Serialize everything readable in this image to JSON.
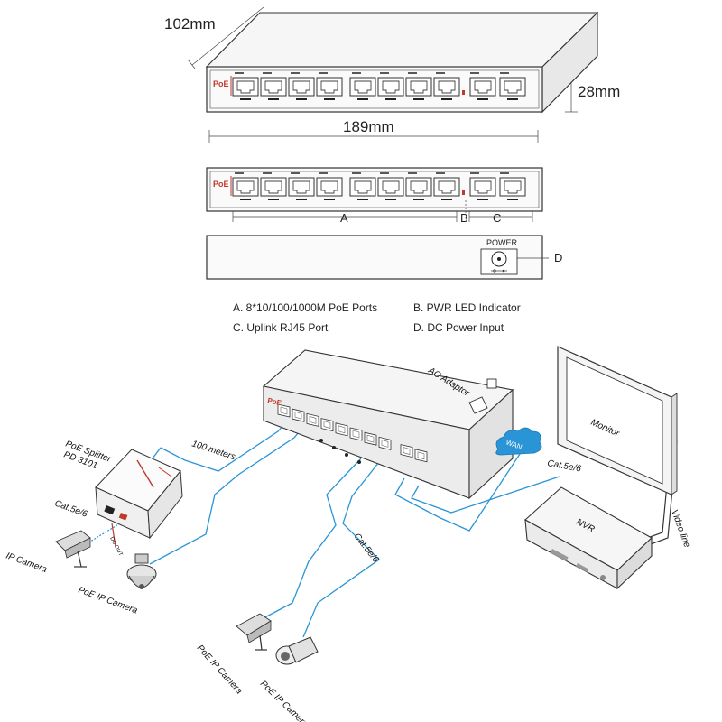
{
  "dimensions": {
    "depth": "102mm",
    "width": "189mm",
    "height": "28mm"
  },
  "front_panel": {
    "badge": "PoE",
    "markers": {
      "a": "A",
      "b": "B",
      "c": "C"
    }
  },
  "rear_panel": {
    "power_label": "POWER",
    "marker_d": "D"
  },
  "legend": {
    "a": "A. 8*10/100/1000M PoE Ports",
    "b": "B.  PWR LED Indicator",
    "c": "C. Uplink RJ45 Port",
    "d": "D. DC Power Input"
  },
  "topology": {
    "switch_badge": "PoE",
    "ac_adaptor": "AC Adaptor",
    "distance": "100 meters",
    "splitter_line1": "PoE Splitter",
    "splitter_line2": "PD 3101",
    "dc_out": "DC OUT",
    "cat_splitter": "Cat.5e/6",
    "ip_camera": "IP Camera",
    "poe_ip_camera_dome": "PoE IP Camera",
    "cat_middle": "Cat.5e/6",
    "poe_ip_camera_1": "PoE IP Camera",
    "poe_ip_camera_2": "PoE IP Camera",
    "wan": "WAN",
    "cat_nvr": "Cat.5e/6",
    "nvr": "NVR",
    "monitor": "Monitor",
    "video_line": "Video line"
  }
}
